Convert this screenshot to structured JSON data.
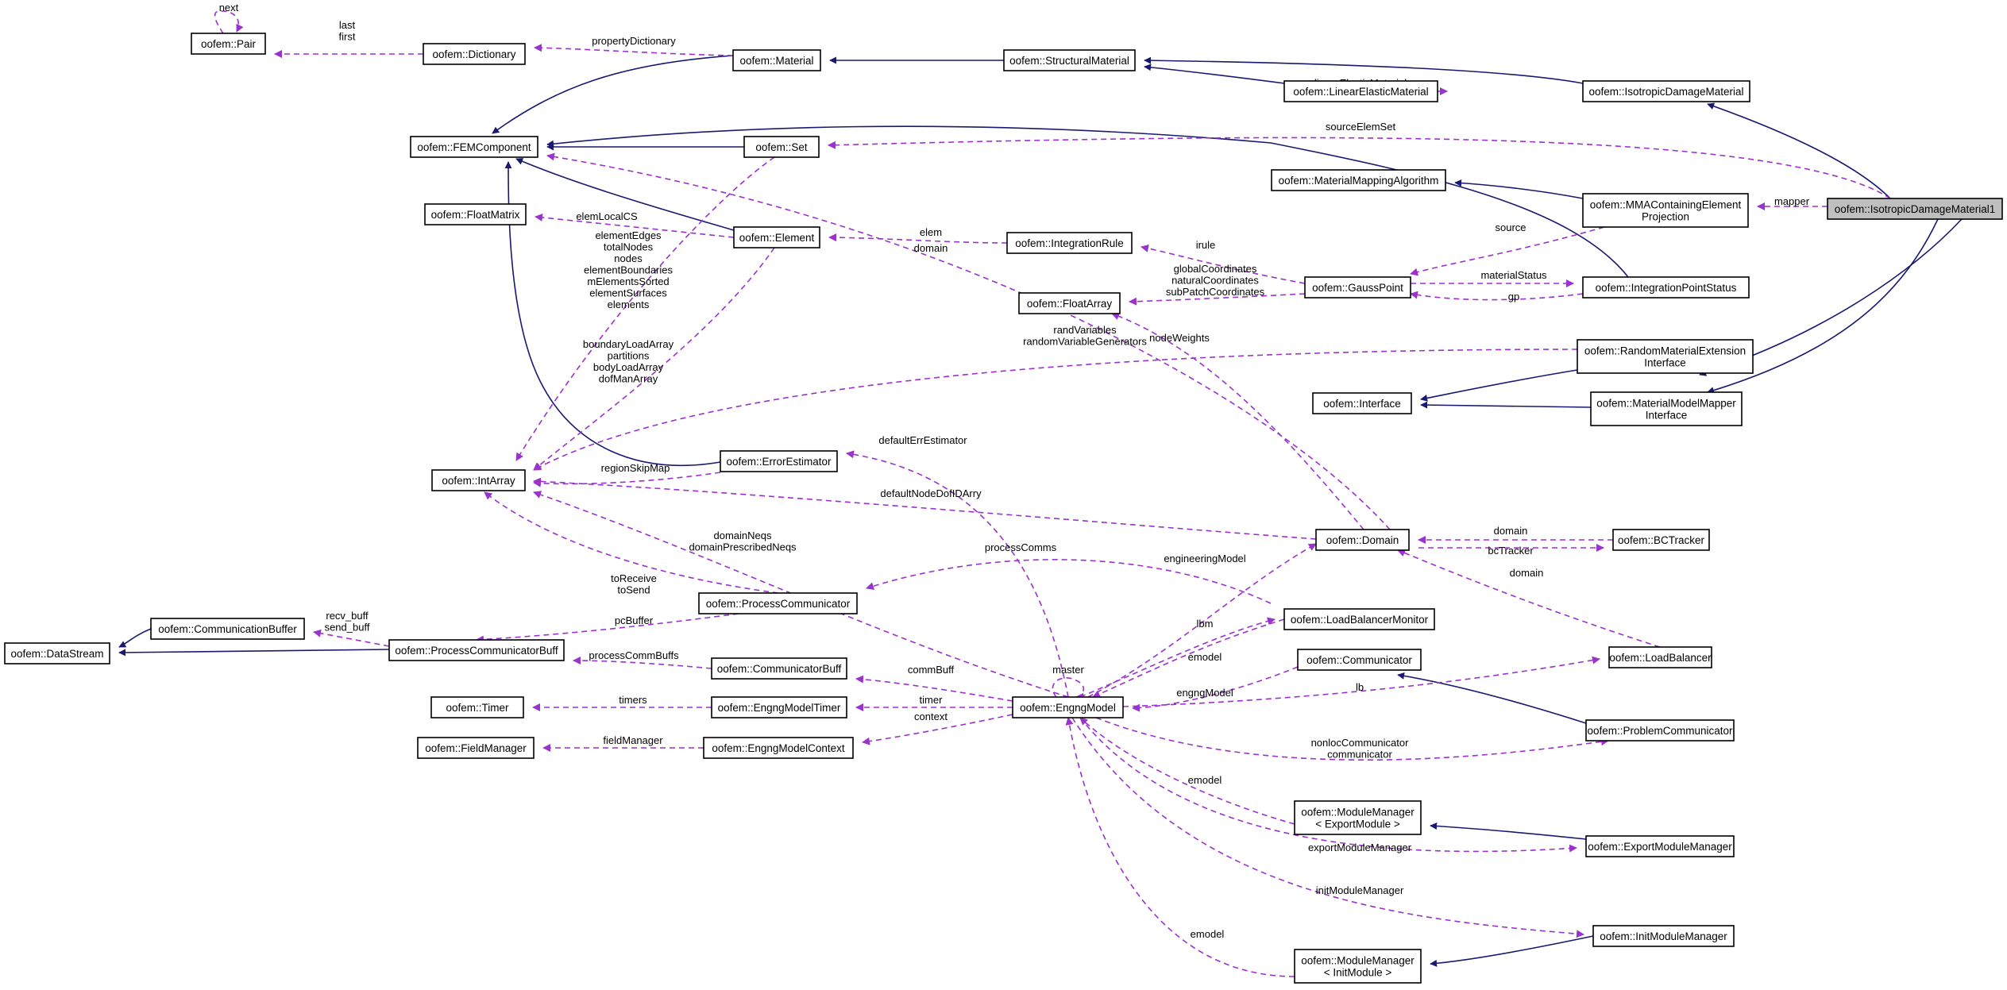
{
  "diagram": {
    "nodes": {
      "pair": [
        "oofem::Pair"
      ],
      "dictionary": [
        "oofem::Dictionary"
      ],
      "material": [
        "oofem::Material"
      ],
      "structural_material": [
        "oofem::StructuralMaterial"
      ],
      "linear_elastic_material": [
        "oofem::LinearElasticMaterial"
      ],
      "isotropic_damage_material": [
        "oofem::IsotropicDamageMaterial"
      ],
      "isotropic_damage_material1": [
        "oofem::IsotropicDamageMaterial1"
      ],
      "fem_component": [
        "oofem::FEMComponent"
      ],
      "set": [
        "oofem::Set"
      ],
      "material_mapping_algorithm": [
        "oofem::MaterialMappingAlgorithm"
      ],
      "mma_containing_element_projection": [
        "oofem::MMAContainingElement",
        "Projection"
      ],
      "float_matrix": [
        "oofem::FloatMatrix"
      ],
      "element": [
        "oofem::Element"
      ],
      "integration_rule": [
        "oofem::IntegrationRule"
      ],
      "gauss_point": [
        "oofem::GaussPoint"
      ],
      "integration_point_status": [
        "oofem::IntegrationPointStatus"
      ],
      "float_array": [
        "oofem::FloatArray"
      ],
      "random_material_extension_interface": [
        "oofem::RandomMaterialExtension",
        "Interface"
      ],
      "interface": [
        "oofem::Interface"
      ],
      "material_model_mapper_interface": [
        "oofem::MaterialModelMapper",
        "Interface"
      ],
      "int_array": [
        "oofem::IntArray"
      ],
      "error_estimator": [
        "oofem::ErrorEstimator"
      ],
      "domain": [
        "oofem::Domain"
      ],
      "bc_tracker": [
        "oofem::BCTracker"
      ],
      "process_communicator": [
        "oofem::ProcessCommunicator"
      ],
      "communication_buffer": [
        "oofem::CommunicationBuffer"
      ],
      "data_stream": [
        "oofem::DataStream"
      ],
      "process_communicator_buff": [
        "oofem::ProcessCommunicatorBuff"
      ],
      "load_balancer_monitor": [
        "oofem::LoadBalancerMonitor"
      ],
      "communicator_buff": [
        "oofem::CommunicatorBuff"
      ],
      "communicator": [
        "oofem::Communicator"
      ],
      "load_balancer": [
        "oofem::LoadBalancer"
      ],
      "timer": [
        "oofem::Timer"
      ],
      "engng_model_timer": [
        "oofem::EngngModelTimer"
      ],
      "engng_model": [
        "oofem::EngngModel"
      ],
      "problem_communicator": [
        "oofem::ProblemCommunicator"
      ],
      "field_manager": [
        "oofem::FieldManager"
      ],
      "engng_model_context": [
        "oofem::EngngModelContext"
      ],
      "module_manager_export": [
        "oofem::ModuleManager",
        "< ExportModule >"
      ],
      "export_module_manager": [
        "oofem::ExportModuleManager"
      ],
      "init_module_manager": [
        "oofem::InitModuleManager"
      ],
      "module_manager_init": [
        "oofem::ModuleManager",
        "< InitModule >"
      ]
    },
    "edge_labels": {
      "next": [
        "next"
      ],
      "last_first": [
        "last",
        "first"
      ],
      "property_dictionary": [
        "propertyDictionary"
      ],
      "linear_elastic_material": [
        "linearElasticMaterial"
      ],
      "source_elem_set": [
        "sourceElemSet"
      ],
      "mapper": [
        "mapper"
      ],
      "elem_local_cs": [
        "elemLocalCS"
      ],
      "elem": [
        "elem"
      ],
      "domain_fem": [
        "domain"
      ],
      "irule": [
        "irule"
      ],
      "source": [
        "source"
      ],
      "material_status": [
        "materialStatus"
      ],
      "gp": [
        "gp"
      ],
      "coordinates": [
        "globalCoordinates",
        "naturalCoordinates",
        "subPatchCoordinates"
      ],
      "element_lists": [
        "elementEdges",
        "totalNodes",
        "nodes",
        "elementBoundaries",
        "mElementsSorted",
        "elementSurfaces",
        "elements"
      ],
      "load_arrays": [
        "boundaryLoadArray",
        "partitions",
        "bodyLoadArray",
        "dofManArray"
      ],
      "rand_variables": [
        "randVariables",
        "randomVariableGenerators"
      ],
      "node_weights": [
        "nodeWeights"
      ],
      "default_err_estimator": [
        "defaultErrEstimator"
      ],
      "region_skip_map": [
        "regionSkipMap"
      ],
      "default_node_dof_id": [
        "defaultNodeDofIDArry"
      ],
      "domain_neqs": [
        "domainNeqs",
        "domainPrescribedNeqs"
      ],
      "process_comms": [
        "processComms"
      ],
      "engineering_model": [
        "engineeringModel"
      ],
      "domain_bc": [
        "domain"
      ],
      "bc_tracker": [
        "bcTracker"
      ],
      "domain_lb": [
        "domain"
      ],
      "to_receive": [
        "toReceive",
        "toSend"
      ],
      "recv_send_buff": [
        "recv_buff",
        "send_buff"
      ],
      "pc_buffer": [
        "pcBuffer"
      ],
      "lbm": [
        "lbm"
      ],
      "emodel_lbm": [
        "emodel"
      ],
      "master": [
        "master"
      ],
      "process_comm_buffs": [
        "processCommBuffs"
      ],
      "comm_buff": [
        "commBuff"
      ],
      "engng_model_comm": [
        "engngModel"
      ],
      "lb": [
        "lb"
      ],
      "timers": [
        "timers"
      ],
      "timer": [
        "timer"
      ],
      "field_manager": [
        "fieldManager"
      ],
      "context": [
        "context"
      ],
      "communicators": [
        "nonlocCommunicator",
        "communicator"
      ],
      "emodel_export": [
        "emodel"
      ],
      "export_module_manager": [
        "exportModuleManager"
      ],
      "init_module_manager": [
        "initModuleManager"
      ],
      "emodel_init": [
        "emodel"
      ]
    },
    "colors": {
      "inheritance_edge": "#191970",
      "usage_edge": "#9a32cd",
      "highlight_node_fill": "#bfbfbf",
      "node_border": "#000000"
    }
  }
}
